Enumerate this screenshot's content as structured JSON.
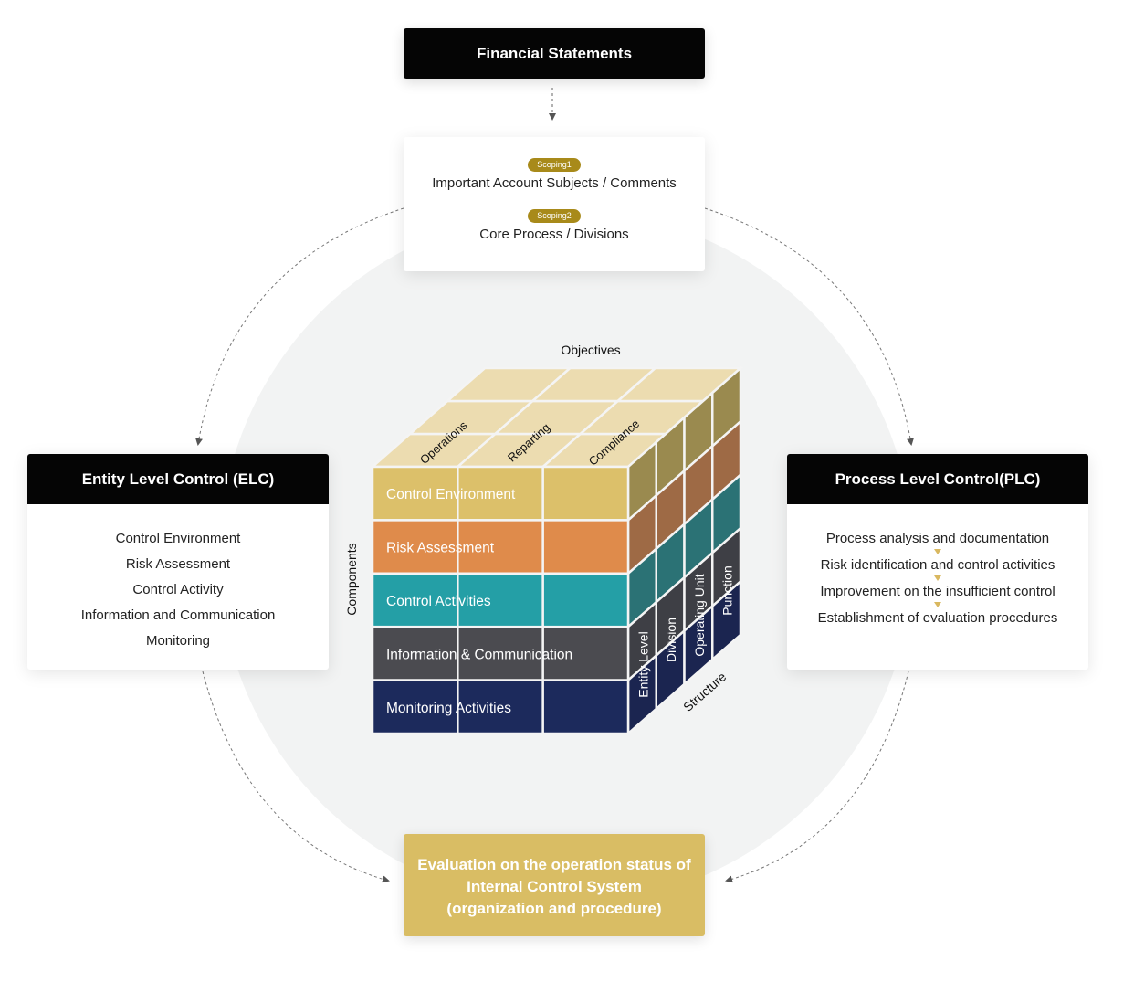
{
  "financial_statements": {
    "title": "Financial Statements"
  },
  "scoping": {
    "items": [
      {
        "badge": "Scoping1",
        "text": "Important Account Subjects / Comments"
      },
      {
        "badge": "Scoping2",
        "text": "Core Process / Divisions"
      }
    ]
  },
  "elc": {
    "title": "Entity Level Control (ELC)",
    "items": [
      "Control Environment",
      "Risk Assessment",
      "Control Activity",
      "Information and Communication",
      "Monitoring"
    ]
  },
  "plc": {
    "title": "Process Level Control(PLC)",
    "steps": [
      "Process analysis and documentation",
      "Risk identification and control activities",
      "Improvement on the insufficient control",
      "Establishment of evaluation procedures"
    ]
  },
  "cube": {
    "objectives_label": "Objectives",
    "objectives": [
      "Operations",
      "Reparting",
      "Compliance"
    ],
    "components_label": "Components",
    "components": [
      {
        "label": "Control Environment",
        "color": "#dcc06a",
        "side": "#9a8a4f"
      },
      {
        "label": "Risk Assessment",
        "color": "#df8b4b",
        "side": "#9e6a45"
      },
      {
        "label": "Control Activities",
        "color": "#249fa6",
        "side": "#2b7275"
      },
      {
        "label": "Information & Communication",
        "color": "#4b4b50",
        "side": "#3e3f45"
      },
      {
        "label": "Monitoring Activities",
        "color": "#1c2a5c",
        "side": "#1b2550"
      }
    ],
    "structure_label": "Structure",
    "structure": [
      "Entity Level",
      "Division",
      "Operating Unit",
      "Punction"
    ],
    "top_color": "#ecdcb0",
    "grid_color": "#f4f4f4"
  },
  "evaluation": {
    "lines": [
      "Evaluation on the operation status of",
      "Internal Control System",
      "(organization and procedure)"
    ]
  }
}
